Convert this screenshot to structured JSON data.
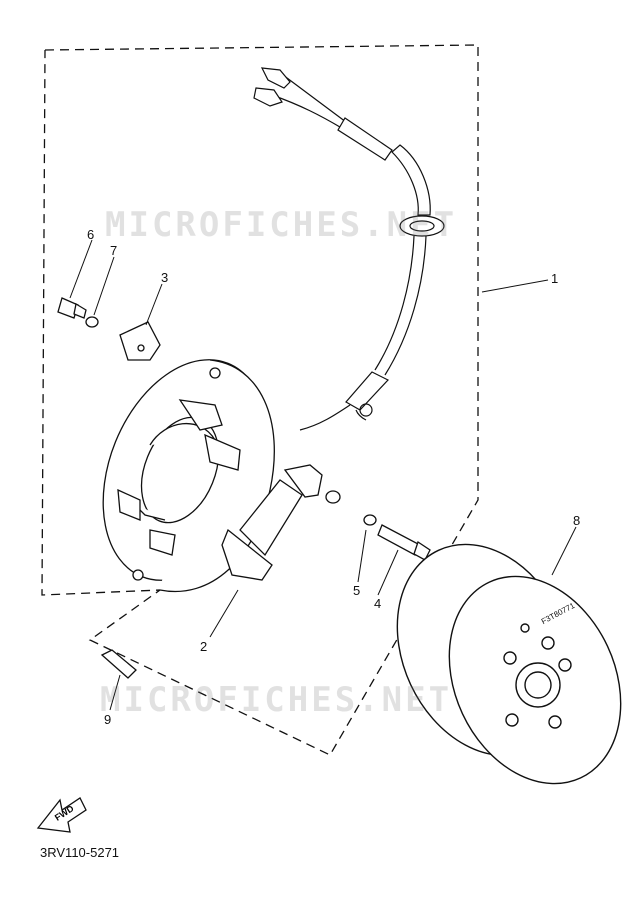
{
  "watermarks": [
    "MICROFICHES.NET",
    "MICROFICHES.NET"
  ],
  "callouts": [
    "1",
    "2",
    "3",
    "4",
    "5",
    "6",
    "7",
    "8",
    "9"
  ],
  "part_code": "3RV110-5271",
  "fwd_label": "FWD",
  "rotor_marking": "F3T80771",
  "colors": {
    "line": "#111111",
    "watermark": "#b4b4b4",
    "background": "#ffffff"
  }
}
